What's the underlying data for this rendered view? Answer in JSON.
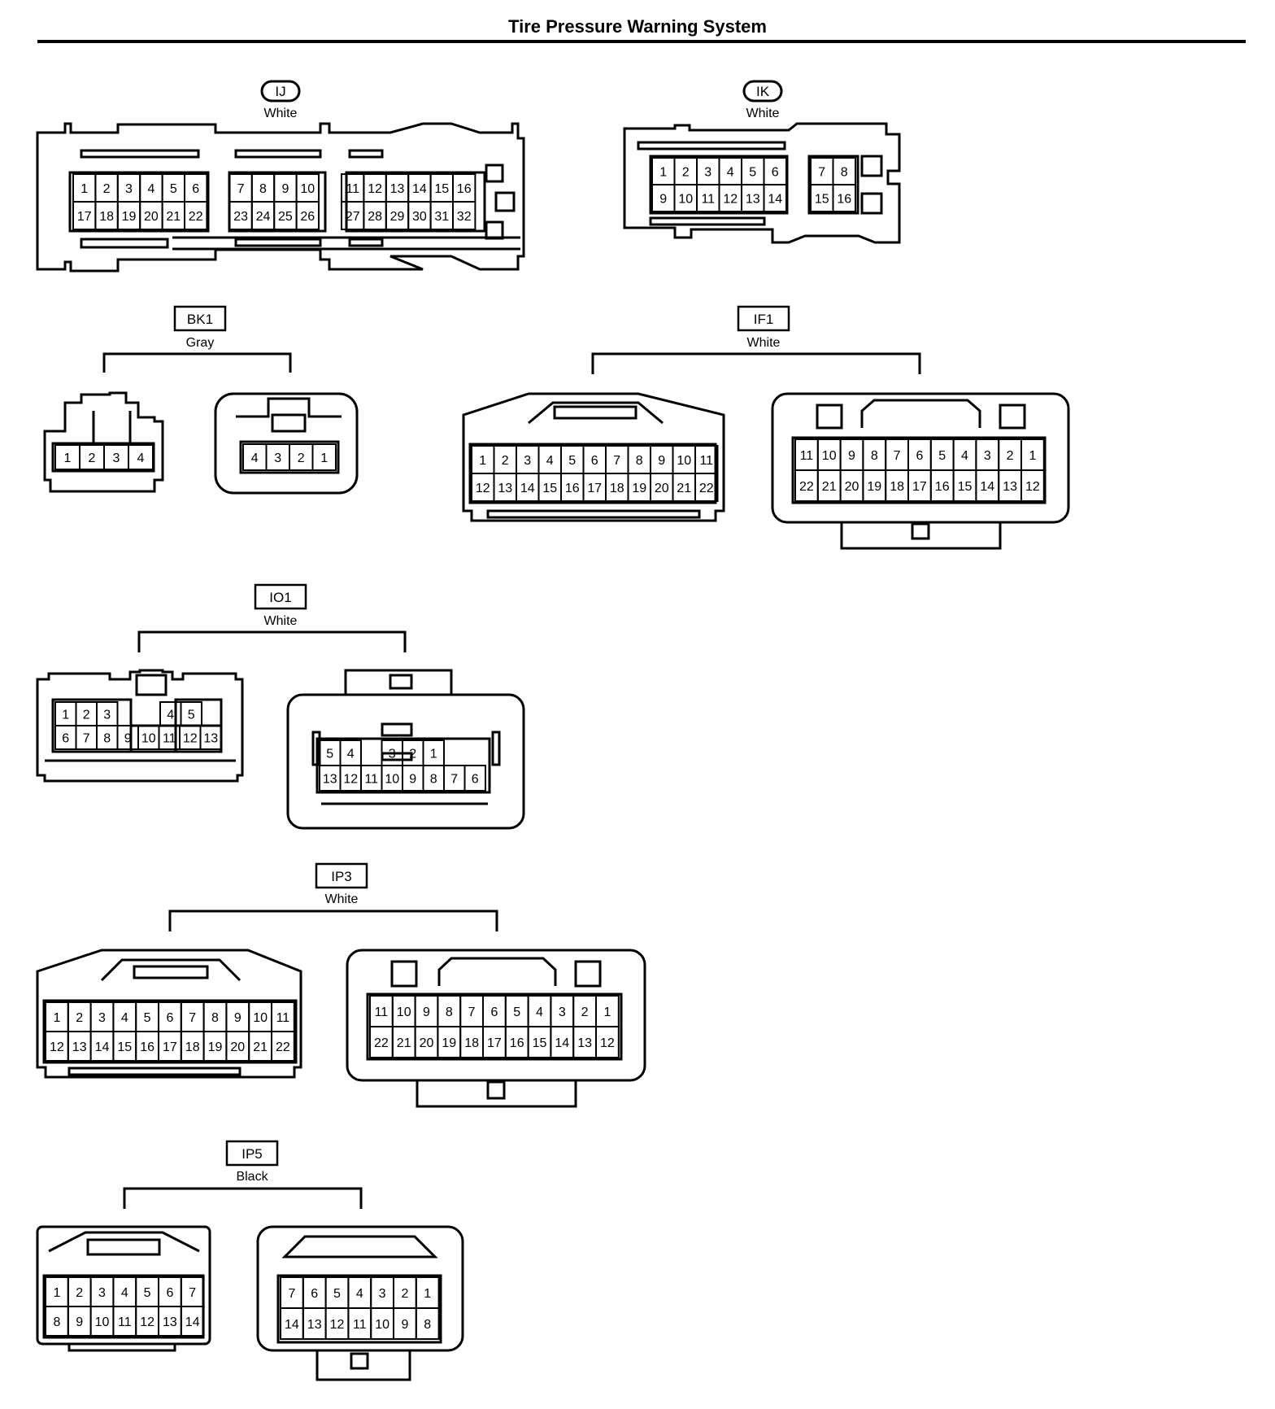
{
  "title": "Tire Pressure Warning System",
  "connectors": {
    "IJ": {
      "label": "IJ",
      "color": "White",
      "rows": [
        [
          "1",
          "2",
          "3",
          "4",
          "5",
          "6",
          "7",
          "8",
          "9",
          "10",
          "11",
          "12",
          "13",
          "14",
          "15",
          "16"
        ],
        [
          "17",
          "18",
          "19",
          "20",
          "21",
          "22",
          "23",
          "24",
          "25",
          "26",
          "27",
          "28",
          "29",
          "30",
          "31",
          "32"
        ]
      ]
    },
    "IK": {
      "label": "IK",
      "color": "White",
      "rows": [
        [
          "1",
          "2",
          "3",
          "4",
          "5",
          "6",
          "7",
          "8"
        ],
        [
          "9",
          "10",
          "11",
          "12",
          "13",
          "14",
          "15",
          "16"
        ]
      ]
    },
    "BK1": {
      "label": "BK1",
      "color": "Gray",
      "female": [
        [
          "1",
          "2",
          "3",
          "4"
        ]
      ],
      "male": [
        [
          "4",
          "3",
          "2",
          "1"
        ]
      ]
    },
    "IF1": {
      "label": "IF1",
      "color": "White",
      "female": [
        [
          "1",
          "2",
          "3",
          "4",
          "5",
          "6",
          "7",
          "8",
          "9",
          "10",
          "11"
        ],
        [
          "12",
          "13",
          "14",
          "15",
          "16",
          "17",
          "18",
          "19",
          "20",
          "21",
          "22"
        ]
      ],
      "male": [
        [
          "11",
          "10",
          "9",
          "8",
          "7",
          "6",
          "5",
          "4",
          "3",
          "2",
          "1"
        ],
        [
          "22",
          "21",
          "20",
          "19",
          "18",
          "17",
          "16",
          "15",
          "14",
          "13",
          "12"
        ]
      ]
    },
    "IO1": {
      "label": "IO1",
      "color": "White",
      "female": [
        [
          "1",
          "2",
          "3",
          "",
          "4",
          "5"
        ],
        [
          "6",
          "7",
          "8",
          "9",
          "10",
          "11",
          "12",
          "13"
        ]
      ],
      "male": [
        [
          "5",
          "4",
          "",
          "3",
          "2",
          "1"
        ],
        [
          "13",
          "12",
          "11",
          "10",
          "9",
          "8",
          "7",
          "6"
        ]
      ]
    },
    "IP3": {
      "label": "IP3",
      "color": "White",
      "female": [
        [
          "1",
          "2",
          "3",
          "4",
          "5",
          "6",
          "7",
          "8",
          "9",
          "10",
          "11"
        ],
        [
          "12",
          "13",
          "14",
          "15",
          "16",
          "17",
          "18",
          "19",
          "20",
          "21",
          "22"
        ]
      ],
      "male": [
        [
          "11",
          "10",
          "9",
          "8",
          "7",
          "6",
          "5",
          "4",
          "3",
          "2",
          "1"
        ],
        [
          "22",
          "21",
          "20",
          "19",
          "18",
          "17",
          "16",
          "15",
          "14",
          "13",
          "12"
        ]
      ]
    },
    "IP5": {
      "label": "IP5",
      "color": "Black",
      "female": [
        [
          "1",
          "2",
          "3",
          "4",
          "5",
          "6",
          "7"
        ],
        [
          "8",
          "9",
          "10",
          "11",
          "12",
          "13",
          "14"
        ]
      ],
      "male": [
        [
          "7",
          "6",
          "5",
          "4",
          "3",
          "2",
          "1"
        ],
        [
          "14",
          "13",
          "12",
          "11",
          "10",
          "9",
          "8"
        ]
      ]
    }
  }
}
